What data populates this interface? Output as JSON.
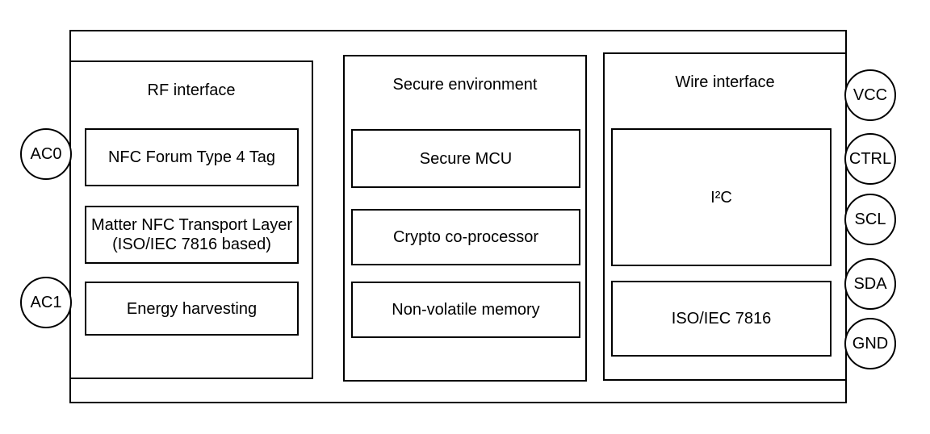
{
  "diagram": {
    "sections": {
      "rf": {
        "title": "RF interface",
        "blocks": [
          {
            "label": "NFC Forum Type 4 Tag"
          },
          {
            "label": "Matter NFC Transport Layer\n(ISO/IEC 7816 based)"
          },
          {
            "label": "Energy harvesting"
          }
        ]
      },
      "secure": {
        "title": "Secure environment",
        "blocks": [
          {
            "label": "Secure MCU"
          },
          {
            "label": "Crypto co-processor"
          },
          {
            "label": "Non-volatile memory"
          }
        ]
      },
      "wire": {
        "title": "Wire interface",
        "blocks": [
          {
            "label": "I²C"
          },
          {
            "label": "ISO/IEC 7816"
          }
        ]
      }
    },
    "pins": {
      "left": [
        {
          "label": "AC0"
        },
        {
          "label": "AC1"
        }
      ],
      "right": [
        {
          "label": "VCC"
        },
        {
          "label": "CTRL"
        },
        {
          "label": "SCL"
        },
        {
          "label": "SDA"
        },
        {
          "label": "GND"
        }
      ]
    },
    "colors": {
      "stroke": "#000000",
      "background": "#ffffff",
      "text": "#000000"
    }
  }
}
